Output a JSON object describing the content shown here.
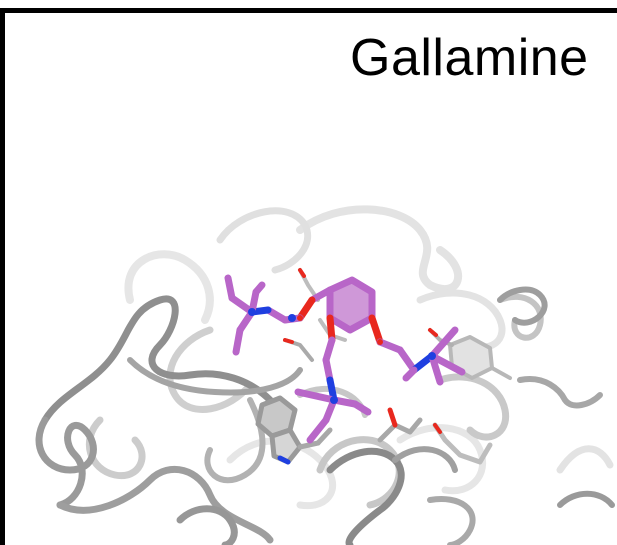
{
  "figure": {
    "title": "Gallamine"
  },
  "colors": {
    "ligand_carbon": "#b866c8",
    "ligand_carbon_dark": "#8d3f9c",
    "nitrogen": "#1f3fe0",
    "oxygen": "#e8281e",
    "ribbon_light": "#dedede",
    "ribbon_mid": "#bdbdbd",
    "ribbon_dark": "#8f8f8f",
    "sidechain": "#a8a8a8"
  },
  "icons": {
    "ligand": "molecule-sticks",
    "protein": "protein-cartoon-ribbon"
  }
}
